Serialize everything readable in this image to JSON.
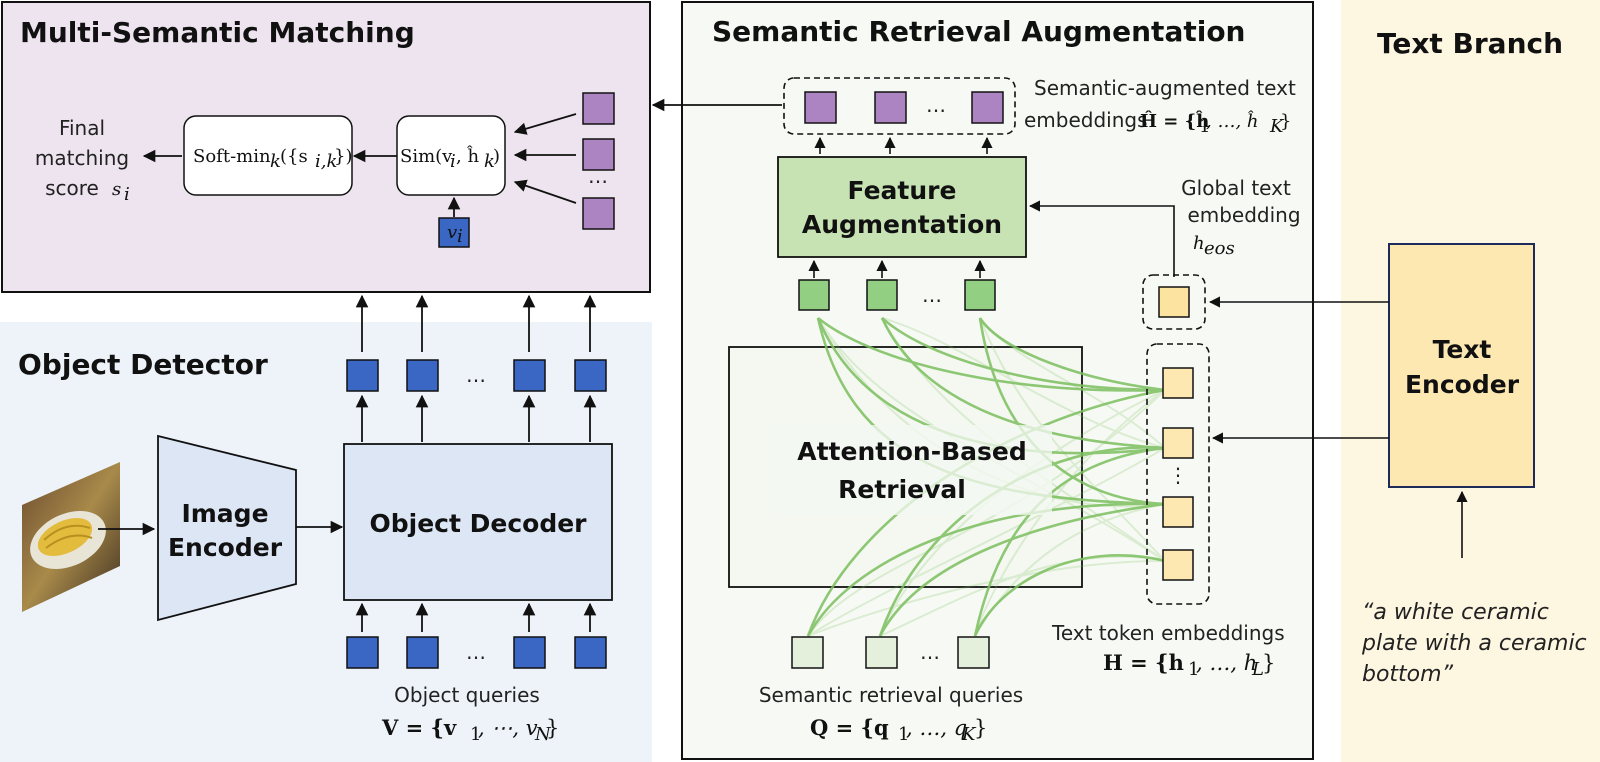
{
  "colors": {
    "msm_bg": "#ede4ef",
    "od_bg": "#edf3f9",
    "sra_bg": "#f7faf4",
    "tb_bg": "#fdf6e1",
    "blue_token": "#3a66c4",
    "purple_token": "#ad84c2",
    "green_token": "#92cf83",
    "light_green_token": "#e4f0db",
    "yellow_token": "#fde3a0",
    "feature_aug_fill": "#c7e3b4",
    "decoder_fill": "#dde6f4",
    "text_encoder_fill": "#fde8b2",
    "curve_green": "#7cbf5f"
  },
  "panels": {
    "multi_semantic": {
      "title": "Multi-Semantic Matching"
    },
    "object_detector": {
      "title": "Object Detector"
    },
    "semantic_retrieval": {
      "title": "Semantic Retrieval Augmentation"
    },
    "text_branch": {
      "title": "Text Branch"
    }
  },
  "boxes": {
    "image_encoder": [
      "Image",
      "Encoder"
    ],
    "object_decoder": "Object Decoder",
    "feature_augmentation": [
      "Feature",
      "Augmentation"
    ],
    "attention_retrieval": [
      "Attention-Based",
      "Retrieval"
    ],
    "text_encoder": [
      "Text",
      "Encoder"
    ],
    "softmin": "Soft-min",
    "softmin_sub": "k",
    "softmin_args": "({s",
    "softmin_args_sub": "i,k",
    "softmin_close": "})",
    "sim": "Sim(v",
    "sim_sub_i": "i",
    "sim_mid": ", ĥ",
    "sim_sub_k": "k",
    "sim_close": ")"
  },
  "labels": {
    "final_score": [
      "Final",
      "matching",
      "score"
    ],
    "final_score_sym": "s",
    "final_score_sub": "i",
    "v_token": "v",
    "v_token_sub": "i",
    "semantic_augmented": "Semantic-augmented text",
    "embeddings_prefix": "embeddings",
    "H_hat_set": "Ĥ = {ĥ",
    "H_hat_sub1": "1",
    "H_hat_mid": ", …, ĥ",
    "H_hat_subK": "K",
    "H_hat_close": "}",
    "global_text": [
      "Global text",
      "embedding"
    ],
    "h_eos": "h",
    "h_eos_sub": "eos",
    "text_tokens": "Text token embeddings",
    "H_set": "H = {h",
    "H_sub1": "1",
    "H_mid": ", …, h",
    "H_subL": "L",
    "H_close": "}",
    "object_queries": "Object queries",
    "V_set": "V = {v",
    "V_sub1": "1",
    "V_mid": ", ⋯, v",
    "V_subN": "N",
    "V_close": "}",
    "semantic_queries": "Semantic retrieval queries",
    "Q_set": "Q = {q",
    "Q_sub1": "1",
    "Q_mid": ", …, q",
    "Q_subK": "K",
    "Q_close": "}",
    "ellipsis": "…",
    "vertical_ellipsis": "⋮",
    "quote": [
      "“a white ceramic",
      "plate with a ceramic",
      "bottom”"
    ]
  }
}
